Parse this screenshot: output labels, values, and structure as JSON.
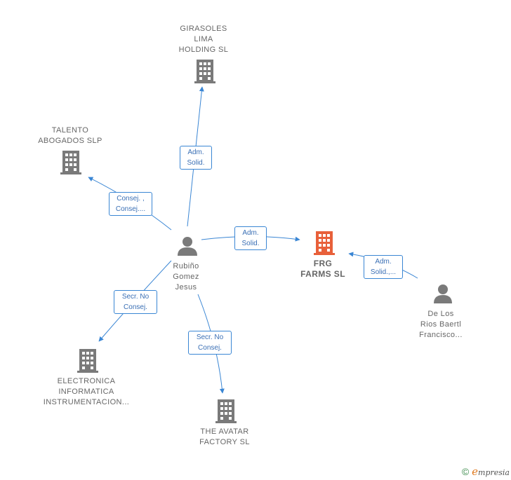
{
  "nodes": {
    "girasoles": "GIRASOLES\nLIMA\nHOLDING  SL",
    "talento": "TALENTO\nABOGADOS  SLP",
    "rubino": "Rubiño\nGomez\nJesus",
    "frg": "FRG\nFARMS  SL",
    "delosrios": "De Los\nRios Baertl\nFrancisco...",
    "electronica": "ELECTRONICA\nINFORMATICA\nINSTRUMENTACION...",
    "avatar": "THE AVATAR\nFACTORY  SL"
  },
  "edges": {
    "to_girasoles": "Adm.\nSolid.",
    "to_talento": "Consej. ,\nConsej....",
    "to_frg": "Adm.\nSolid.",
    "delosrios_to_frg": "Adm.\nSolid.,...",
    "to_electronica": "Secr.  No\nConsej.",
    "to_avatar": "Secr.  No\nConsej."
  },
  "footer": {
    "copyright": "©",
    "brand_e": "e",
    "brand_rest": "mpresia"
  },
  "colors": {
    "edge": "#3a86d4",
    "building": "#7a7a7a",
    "focus_building": "#e8603a",
    "person": "#7a7a7a"
  }
}
